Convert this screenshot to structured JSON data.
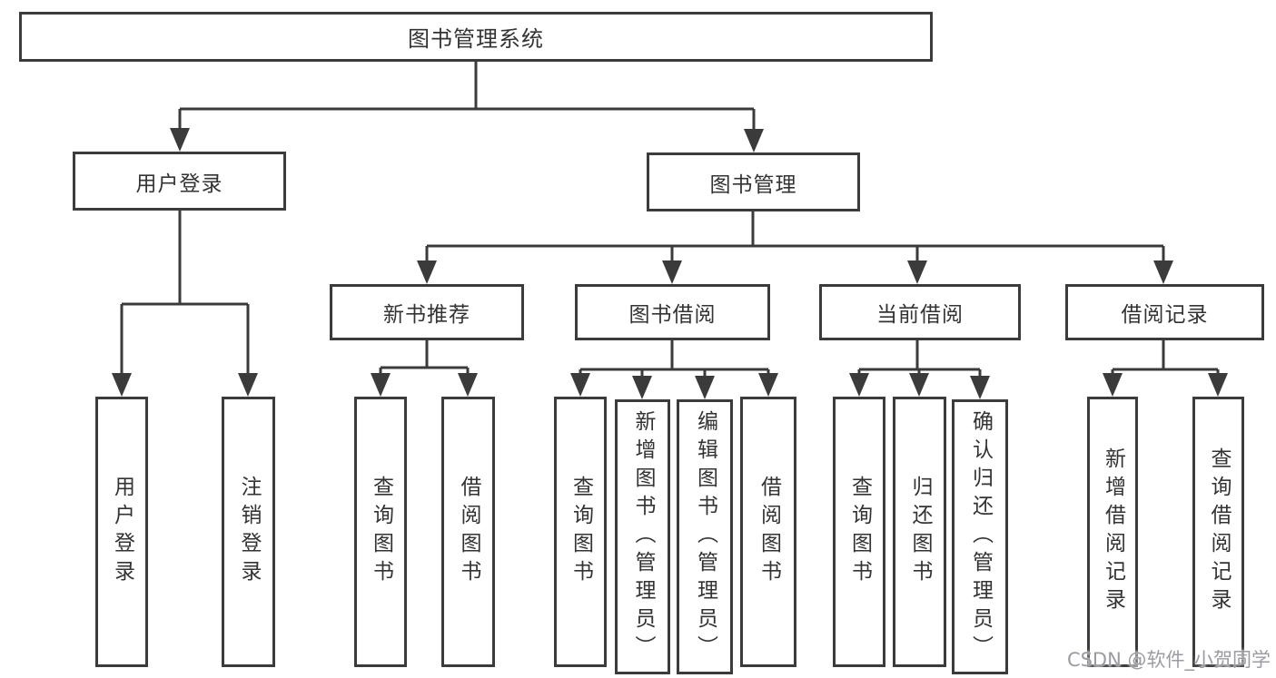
{
  "diagram": {
    "type": "hierarchy-tree",
    "nodes": {
      "root": {
        "label": "图书管理系统"
      },
      "user_login": {
        "label": "用户登录"
      },
      "book_management": {
        "label": "图书管理"
      },
      "new_book_recommend": {
        "label": "新书推荐"
      },
      "book_borrow": {
        "label": "图书借阅"
      },
      "current_borrow": {
        "label": "当前借阅"
      },
      "borrow_records": {
        "label": "借阅记录"
      },
      "leaf_user_login": {
        "label": "用户登录"
      },
      "leaf_logout": {
        "label": "注销登录"
      },
      "leaf_query_books_recommend": {
        "label": "查询图书"
      },
      "leaf_borrow_books_recommend": {
        "label": "借阅图书"
      },
      "leaf_query_books_borrow": {
        "label": "查询图书"
      },
      "leaf_add_books_admin": {
        "label": "新增图书（管理员）"
      },
      "leaf_edit_books_admin": {
        "label": "编辑图书（管理员）"
      },
      "leaf_borrow_books_borrow": {
        "label": "借阅图书"
      },
      "leaf_query_books_current": {
        "label": "查询图书"
      },
      "leaf_return_books": {
        "label": "归还图书"
      },
      "leaf_confirm_return_admin": {
        "label": "确认归还（管理员）"
      },
      "leaf_add_borrow_record": {
        "label": "新增借阅记录"
      },
      "leaf_query_borrow_record": {
        "label": "查询借阅记录"
      }
    },
    "hierarchy": {
      "图书管理系统": {
        "用户登录": [
          "用户登录",
          "注销登录"
        ],
        "图书管理": {
          "新书推荐": [
            "查询图书",
            "借阅图书"
          ],
          "图书借阅": [
            "查询图书",
            "新增图书（管理员）",
            "编辑图书（管理员）",
            "借阅图书"
          ],
          "当前借阅": [
            "查询图书",
            "归还图书",
            "确认归还（管理员）"
          ],
          "借阅记录": [
            "新增借阅记录",
            "查询借阅记录"
          ]
        }
      }
    },
    "colors": {
      "line": "#3b3b3b",
      "box_border": "#3b3b3b",
      "box_fill": "#ffffff",
      "text": "#333333",
      "background": "#ffffff",
      "watermark": "#9b9ba3"
    }
  },
  "watermark": {
    "text": "CSDN @软件_小贺同学"
  }
}
